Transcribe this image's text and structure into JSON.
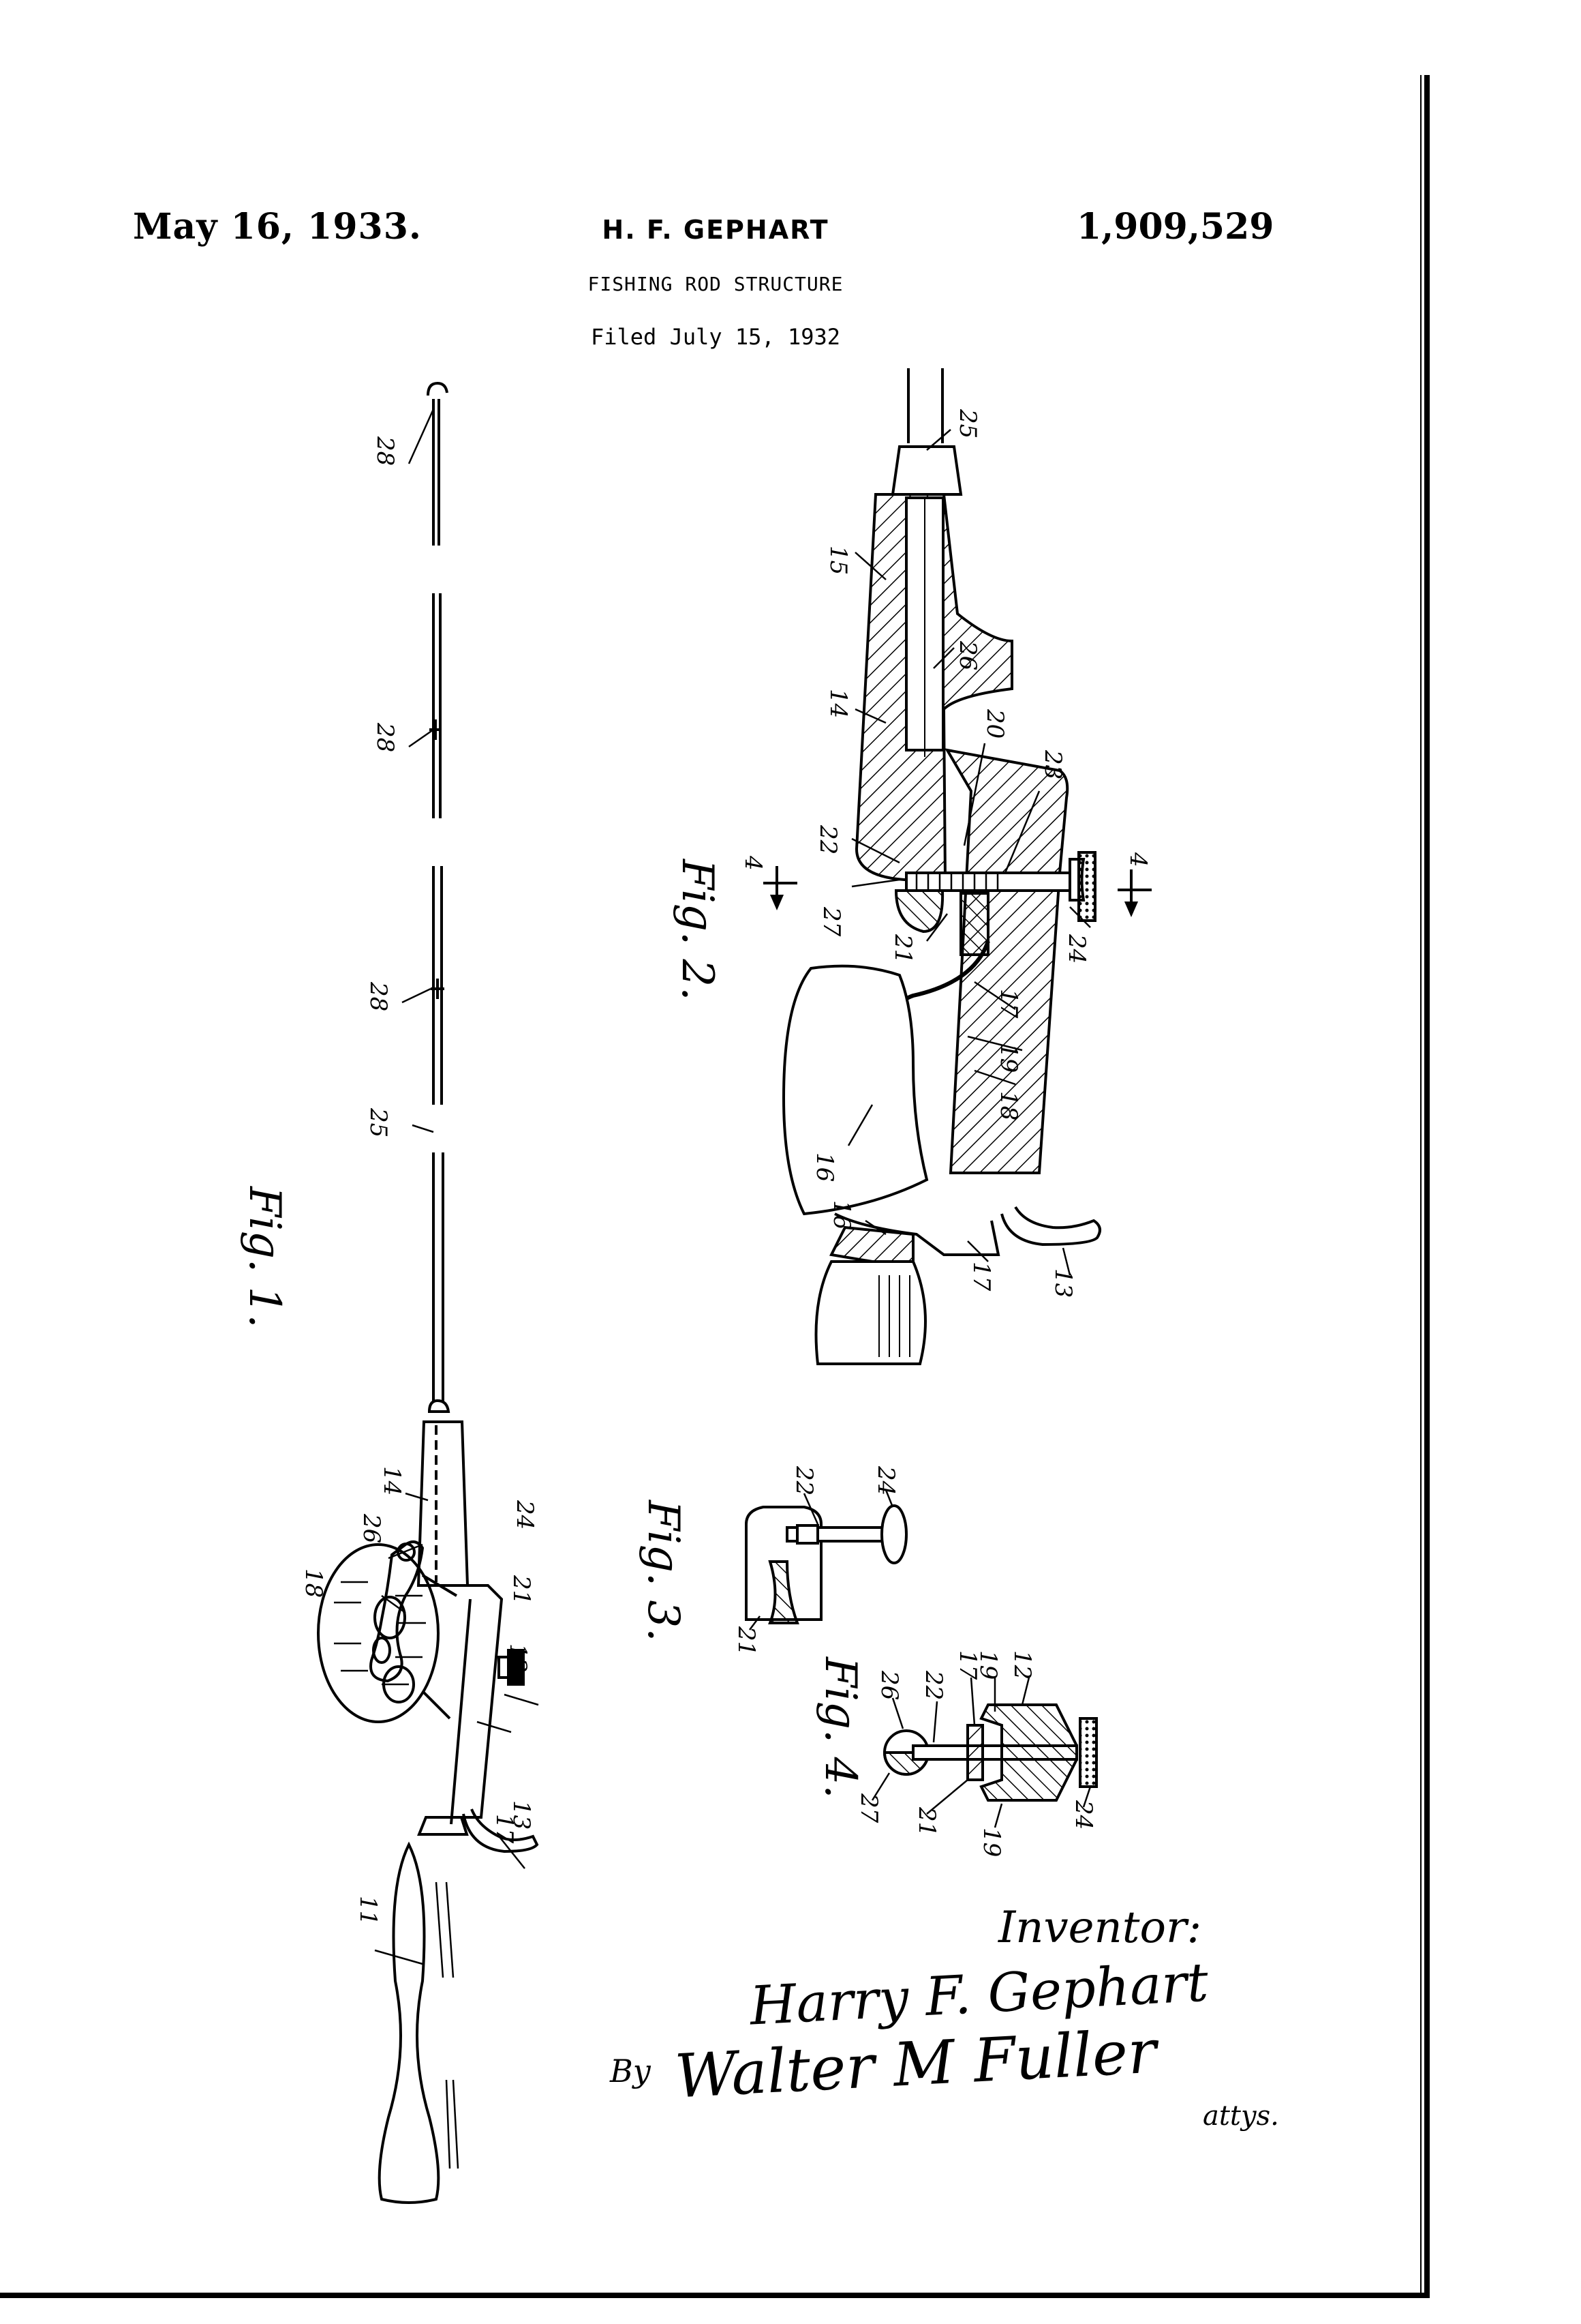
{
  "header": {
    "date": "May 16, 1933.",
    "inventor_name": "H. F. GEPHART",
    "patent_number": "1,909,529",
    "title": "FISHING ROD STRUCTURE",
    "filed": "Filed July 15, 1932"
  },
  "figures": {
    "fig1": {
      "label": "Fig. 1.",
      "refs": {
        "r11": "11",
        "r12": "12",
        "r13": "13",
        "r14": "14",
        "r17": "17",
        "r18": "18",
        "r21": "21",
        "r24": "24",
        "r25": "25",
        "r26": "26",
        "r28a": "28",
        "r28b": "28",
        "r28c": "28"
      }
    },
    "fig2": {
      "label": "Fig. 2.",
      "refs": {
        "r13": "13",
        "r14": "14",
        "r15": "15",
        "r16a": "16",
        "r16b": "16",
        "r17a": "17",
        "r17b": "17",
        "r18": "18",
        "r19": "19",
        "r20": "20",
        "r21": "21",
        "r22": "22",
        "r23": "23",
        "r24": "24",
        "r25": "25",
        "r26": "26",
        "r27": "27",
        "r4a": "4",
        "r4b": "4"
      }
    },
    "fig3": {
      "label": "Fig. 3.",
      "refs": {
        "r21": "21",
        "r22": "22",
        "r24": "24"
      }
    },
    "fig4": {
      "label": "Fig. 4.",
      "refs": {
        "r12": "12",
        "r17": "17",
        "r19a": "19",
        "r19b": "19",
        "r21": "21",
        "r22": "22",
        "r24": "24",
        "r26": "26",
        "r27": "27"
      }
    }
  },
  "signature": {
    "inventor_caption": "Inventor:",
    "inventor_signature": "Harry F. Gephart",
    "by": "By",
    "attorney_signature": "Walter M Fuller",
    "attorney_suffix": "attys."
  },
  "colors": {
    "ink": "#000000",
    "paper": "#ffffff"
  }
}
